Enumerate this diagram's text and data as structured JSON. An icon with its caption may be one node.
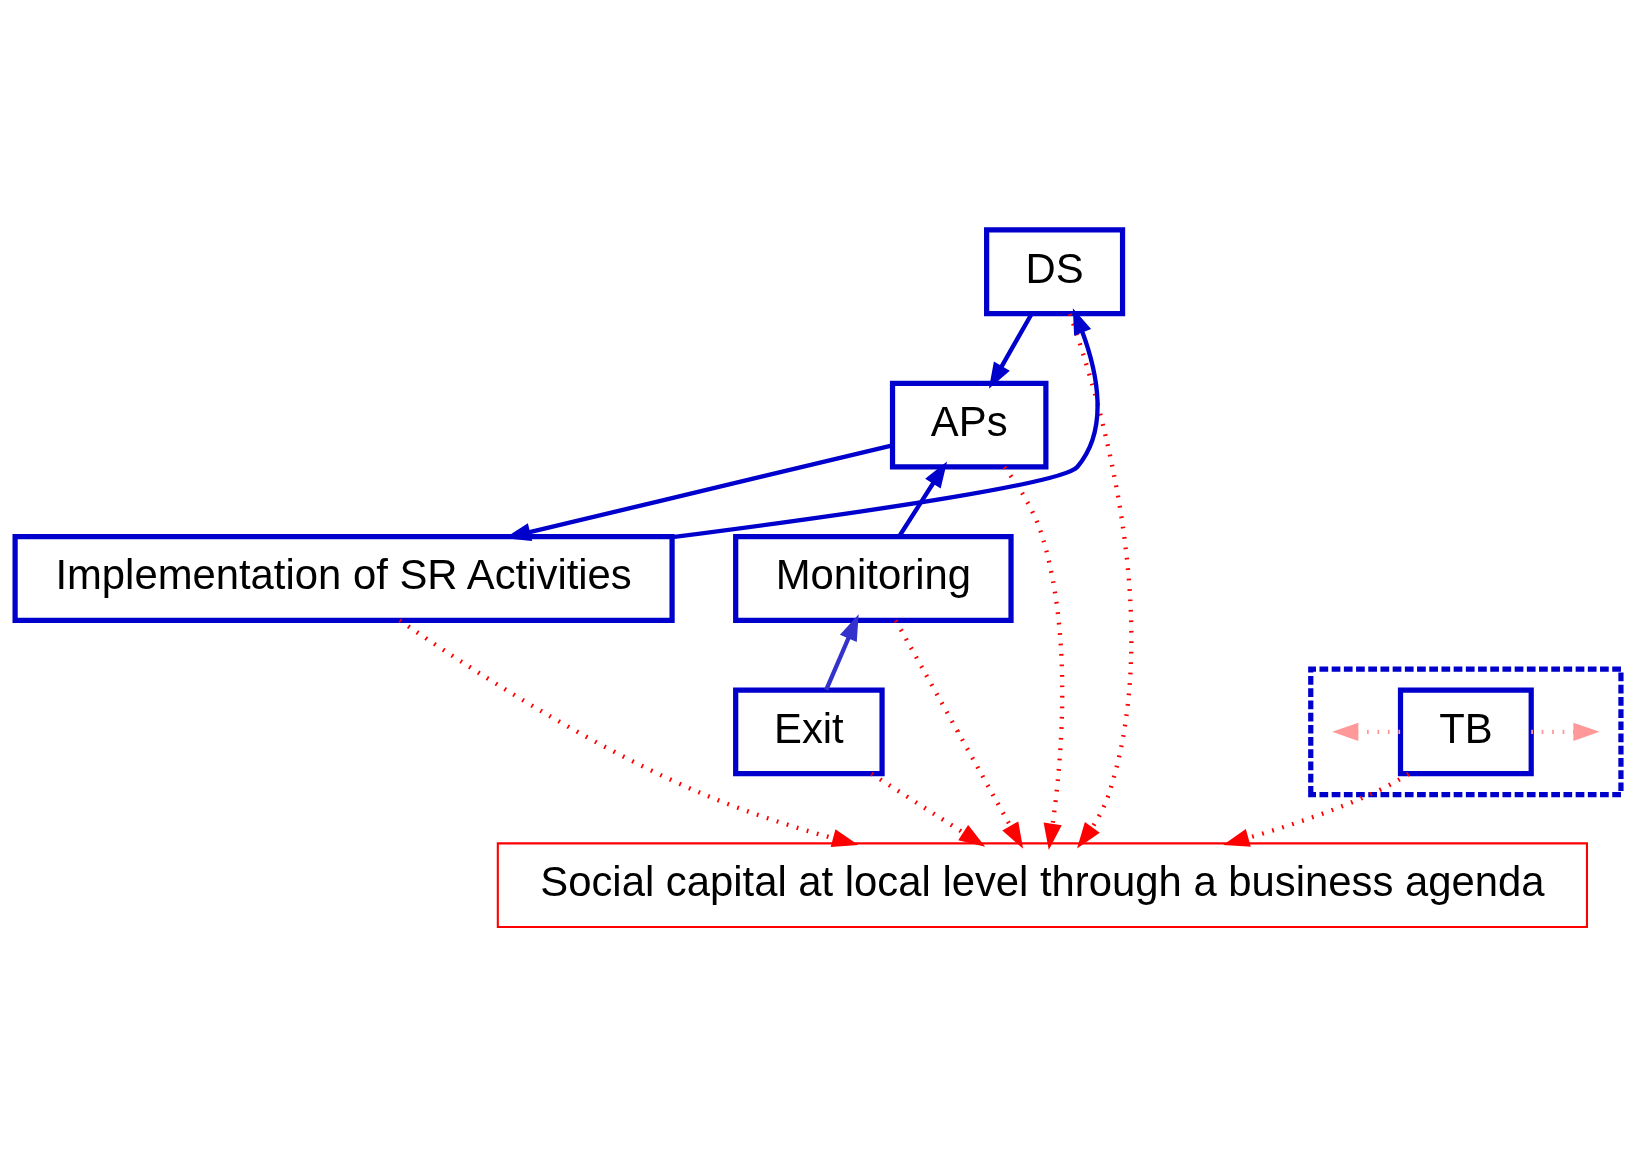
{
  "diagram": {
    "nodes": [
      {
        "text": [
          "DS"
        ]
      },
      {
        "text": [],
        "shape": "box"
      },
      {
        "text": [
          "TB"
        ],
        "in": 1
      },
      {
        "text": [
          "APs"
        ]
      },
      {
        "text": [
          "Implementation of SR Activities"
        ]
      },
      {
        "text": [
          "Monitoring"
        ]
      },
      {
        "text": [
          "Exit"
        ]
      },
      {
        "text": [
          "Social capital at local level through a business agenda"
        ]
      }
    ],
    "edges": [
      {
        "from": 0,
        "to": 3,
        "arrow": "to",
        "color": "#0000cc"
      },
      {
        "from": 3,
        "to": 4,
        "arrow": "to",
        "color": "#0000cc"
      },
      {
        "from": 4,
        "to": 0,
        "arrow": "to",
        "color": "#0000cc"
      },
      {
        "from": 5,
        "to": 3,
        "arrow": "to",
        "color": "#0000cc"
      },
      {
        "from": 6,
        "to": 5,
        "arrow": "to",
        "color": "#3333cc"
      },
      {
        "from": 2,
        "to": null,
        "arrow": "to",
        "style": "dashed",
        "color": "#ff9999"
      },
      {
        "from": 2,
        "to": null,
        "arrow": "to",
        "style": "dashed",
        "color": "#ff9999"
      },
      {
        "from": 0,
        "to": 7,
        "arrow": "to",
        "style": "dashed"
      },
      {
        "from": 2,
        "to": 7,
        "arrow": "to",
        "style": "dashed"
      },
      {
        "from": 3,
        "to": 7,
        "arrow": "to",
        "style": "dashed"
      },
      {
        "from": 4,
        "to": 7,
        "arrow": "to",
        "style": "dashed"
      },
      {
        "from": 5,
        "to": 7,
        "arrow": "to",
        "style": "dashed"
      },
      {
        "from": 6,
        "to": 7,
        "arrow": "to",
        "style": "dashed"
      }
    ]
  }
}
